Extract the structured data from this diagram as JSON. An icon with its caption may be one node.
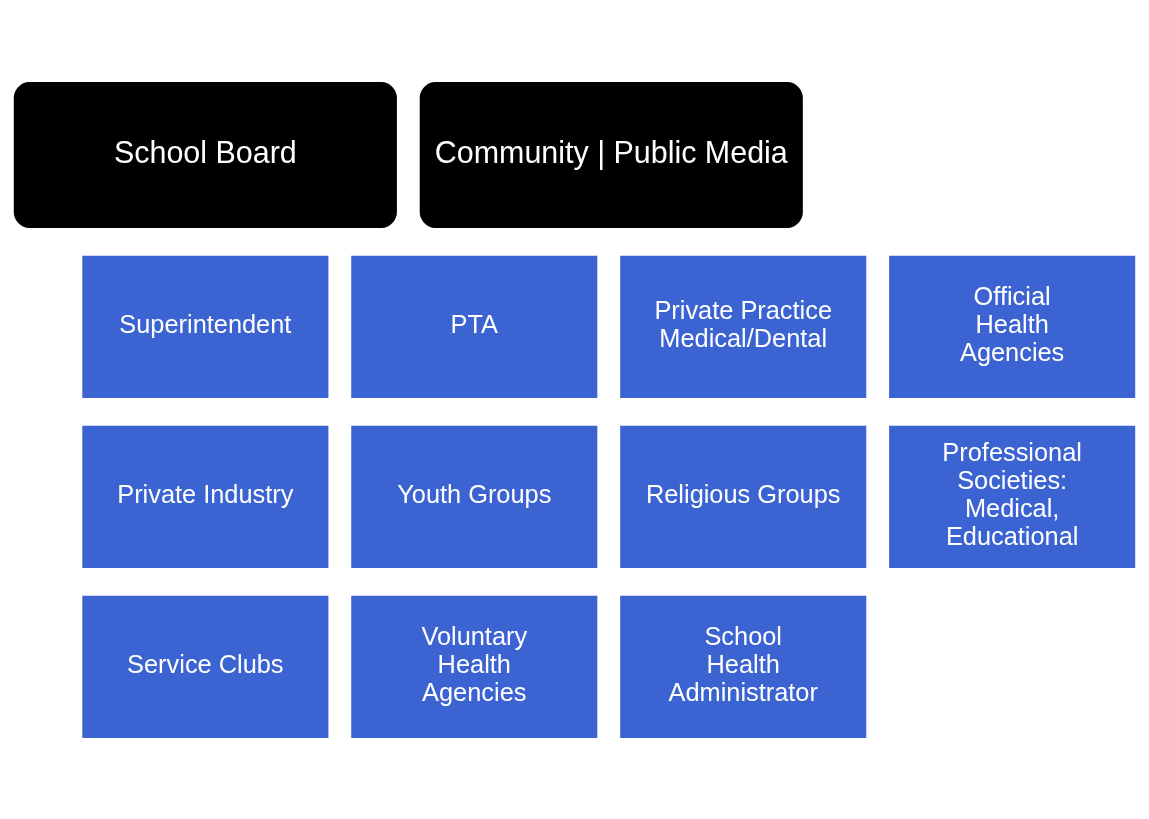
{
  "diagram": {
    "nodes": [
      {
        "text": [
          "School Board"
        ]
      },
      {
        "text": [
          "Community | Public Media"
        ]
      },
      {
        "text": [
          "Superintendent"
        ]
      },
      {
        "text": [
          "PTA"
        ]
      },
      {
        "text": [
          "Private Practice",
          "Medical/Dental"
        ]
      },
      {
        "text": [
          "Official Health Agencies"
        ]
      },
      {
        "text": [
          "Private Industry"
        ]
      },
      {
        "text": [
          "Youth Groups"
        ]
      },
      {
        "text": [
          "Religious Groups"
        ]
      },
      {
        "text": [
          "Professional Societies: Medical, Educational"
        ]
      },
      {
        "text": [
          "Service Clubs"
        ]
      },
      {
        "text": [
          "Voluntary Health Agencies"
        ]
      },
      {
        "text": [
          "School Health Administrator"
        ]
      }
    ]
  }
}
